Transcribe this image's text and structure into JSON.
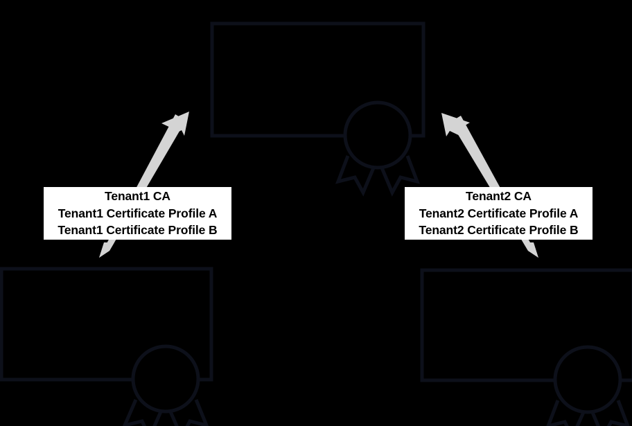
{
  "diagram": {
    "background_color": "#000000",
    "stroke_color": "#0d101a",
    "arrow_color": "#d4d4d4",
    "label_background": "#ffffff",
    "label_text_color": "#000000",
    "nodes": [
      {
        "id": "top-certificate",
        "icon": "certificate-icon",
        "label": ""
      },
      {
        "id": "bottom-left-certificate",
        "icon": "certificate-icon",
        "label": ""
      },
      {
        "id": "bottom-right-certificate",
        "icon": "certificate-icon",
        "label": ""
      }
    ],
    "labels": [
      {
        "id": "tenant1-label",
        "lines": [
          "Tenant1 CA",
          "Tenant1 Certificate Profile A",
          "Tenant1 Certificate Profile B"
        ]
      },
      {
        "id": "tenant2-label",
        "lines": [
          "Tenant2 CA",
          "Tenant2 Certificate Profile A",
          "Tenant2 Certificate Profile B"
        ]
      }
    ],
    "arrows": [
      {
        "id": "tenant1-arrow",
        "from": "tenant1-label",
        "to": "top-certificate",
        "direction": "up-right"
      },
      {
        "id": "tenant2-arrow",
        "from": "tenant2-label",
        "to": "top-certificate",
        "direction": "up-left"
      }
    ]
  }
}
